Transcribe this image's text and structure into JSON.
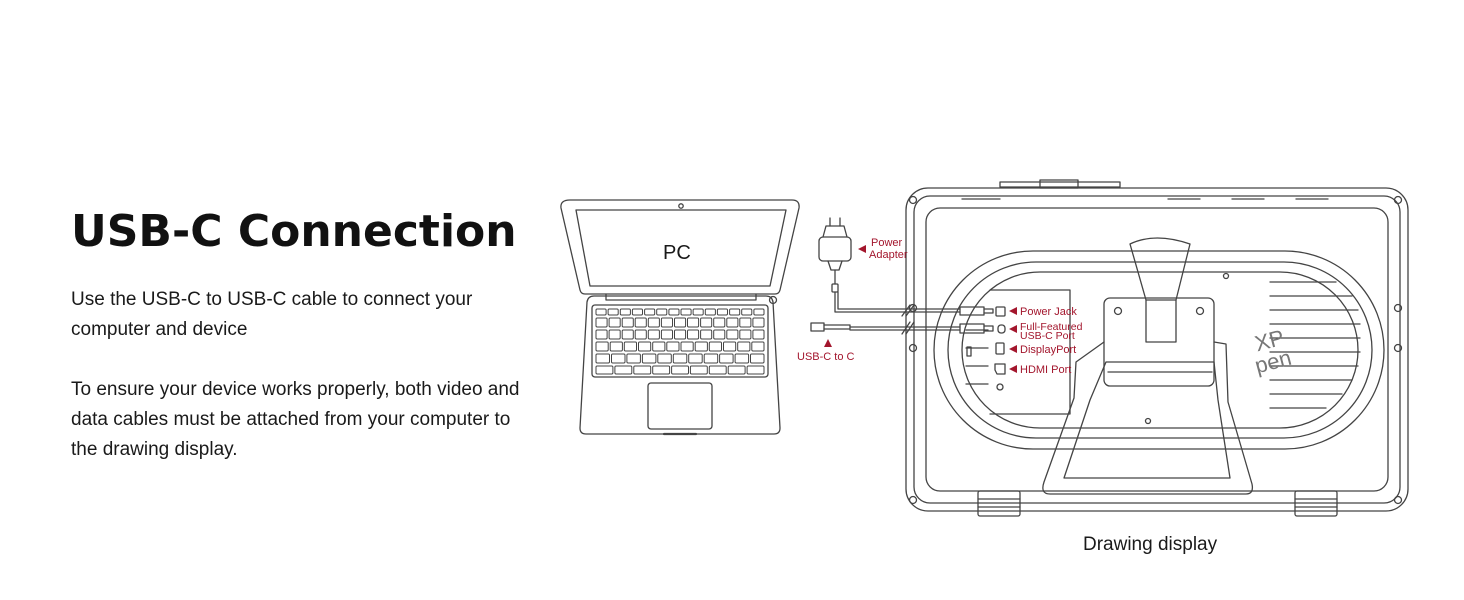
{
  "heading": "USB-C Connection",
  "paragraphs": [
    "Use the USB-C to USB-C cable to connect your computer and device",
    "To ensure your device works properly, both video and data cables must be attached from your computer to the drawing display."
  ],
  "diagram": {
    "pc_label": "PC",
    "power_adapter_label_line1": "Power",
    "power_adapter_label_line2": "Adapter",
    "cable_label": "USB-C to C",
    "ports": {
      "power_jack": "Power Jack",
      "usbc_line1": "Full-Featured",
      "usbc_line2": "USB-C Port",
      "displayport": "DisplayPort",
      "hdmi": "HDMI Port"
    },
    "logo_line1": "XP",
    "logo_line2": "pen",
    "display_caption": "Drawing display",
    "colors": {
      "accent": "#a3162d",
      "line": "#444444"
    }
  }
}
